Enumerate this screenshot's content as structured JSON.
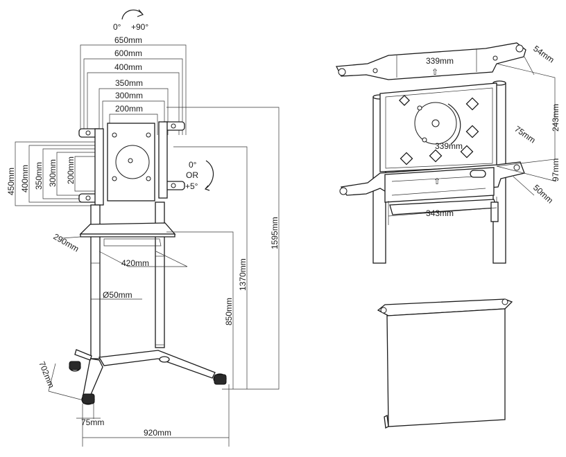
{
  "left_view": {
    "rotation_top": {
      "left": "0°",
      "right": "+90°"
    },
    "tilt": {
      "line1": "0°",
      "line2": "OR",
      "line3": "+5°"
    },
    "vesa_width": [
      "650mm",
      "600mm",
      "400mm",
      "350mm",
      "300mm",
      "200mm"
    ],
    "vesa_height": [
      "450mm",
      "400mm",
      "350mm",
      "300mm",
      "200mm"
    ],
    "shelf_depth": "290mm",
    "shelf_width": "420mm",
    "pole_diameter": "Ø50mm",
    "height_shelf": "850mm",
    "height_center": "1370mm",
    "height_total": "1595mm",
    "base_depth": "702mm",
    "caster": "75mm",
    "base_width": "920mm"
  },
  "bracket_view": {
    "top_width": "339mm",
    "mid_width": "339mm",
    "bottom_width": "343mm",
    "side_top": "54mm",
    "side_height": "243mm",
    "side_75": "75mm",
    "side_97": "97mm",
    "side_50": "50mm"
  }
}
